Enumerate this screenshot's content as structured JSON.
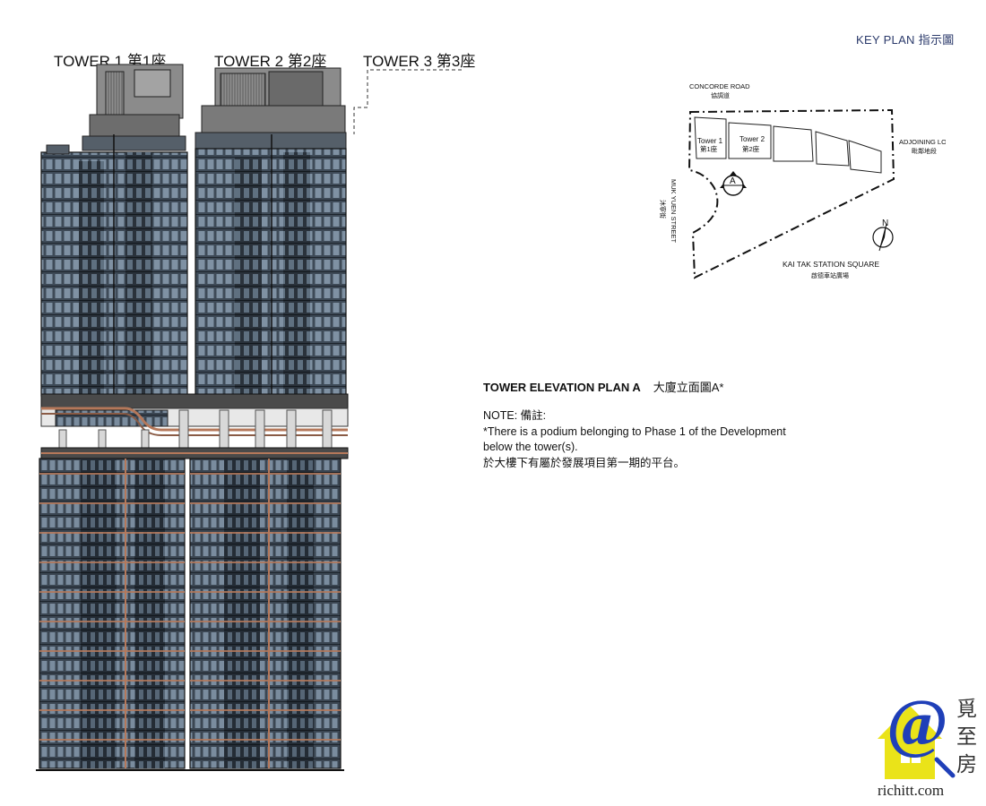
{
  "key_plan": {
    "title": "KEY PLAN 指示圖",
    "roads": {
      "north_en": "CONCORDE ROAD",
      "north_cn": "協調道",
      "east_en": "ADJOINING LOT",
      "east_cn": "毗鄰地段",
      "west_en": "MUK YUEN STREET",
      "west_cn": "沐寧街",
      "south_en": "KAI TAK STATION SQUARE",
      "south_cn": "啟德車站廣場"
    },
    "towers": [
      {
        "en": "Tower 1",
        "cn": "第1座"
      },
      {
        "en": "Tower 2",
        "cn": "第2座"
      }
    ],
    "section_marker": "A",
    "north_marker": "N"
  },
  "elevation": {
    "tower_labels": [
      "TOWER 1 第1座",
      "TOWER 2 第2座",
      "TOWER 3 第3座"
    ]
  },
  "plan": {
    "title_en": "TOWER ELEVATION PLAN A",
    "title_cn": "大廈立面圖A*",
    "note_heading": "NOTE: 備註:",
    "note_line_1": "*There is a podium belonging to Phase 1 of the Development",
    "note_line_2": "below the tower(s).",
    "note_line_3": "於大樓下有屬於發展項目第一期的平台。"
  },
  "watermark": {
    "glyph": "@",
    "chars": [
      "覓",
      "至",
      "房"
    ],
    "site": "richitt.com"
  },
  "colors": {
    "facade": "#3e4a57",
    "window": "#7f91a3",
    "frame": "#1d242c",
    "accent_band": "#b5785a",
    "keyplan_blue": "#2b3a6b",
    "logo_blue": "#1f3fb8",
    "logo_yellow": "#e8e000"
  }
}
